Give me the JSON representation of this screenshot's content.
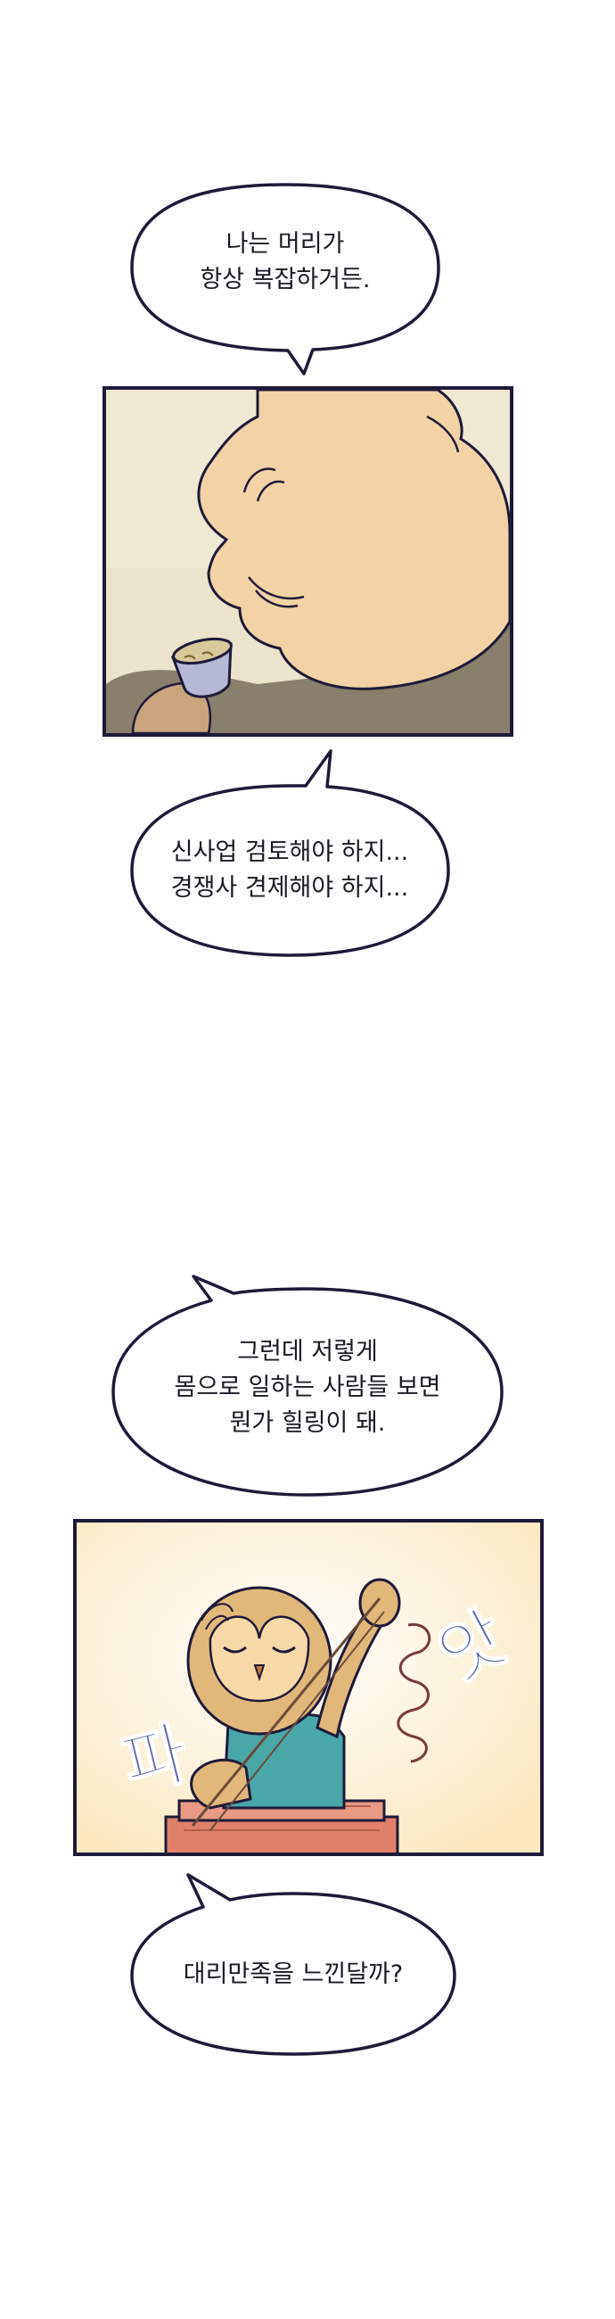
{
  "bubbles": {
    "b1": {
      "lines": [
        "나는 머리가",
        "항상 복잡하거든."
      ]
    },
    "b2": {
      "lines": [
        "신사업 검토해야 하지...",
        "경쟁사 견제해야 하지..."
      ]
    },
    "b3": {
      "lines": [
        "그런데 저렇게",
        "몸으로 일하는 사람들 보면",
        "뭔가 힐링이 돼."
      ]
    },
    "b4": {
      "lines": [
        "대리만족을 느낀달까?"
      ]
    }
  },
  "panels": {
    "p2": {
      "sfx_left": "파",
      "sfx_right": "앗"
    }
  },
  "colors": {
    "outline": "#1e1a3a",
    "hair": "#f3d3a5",
    "panel1_bg": "#ebe3cb",
    "panel2_bg": "#fdf3d6",
    "owl": "#e2b87a",
    "shirt": "#4aa7a8",
    "box": "#e0806a",
    "sfx": "#5a6aa8"
  }
}
